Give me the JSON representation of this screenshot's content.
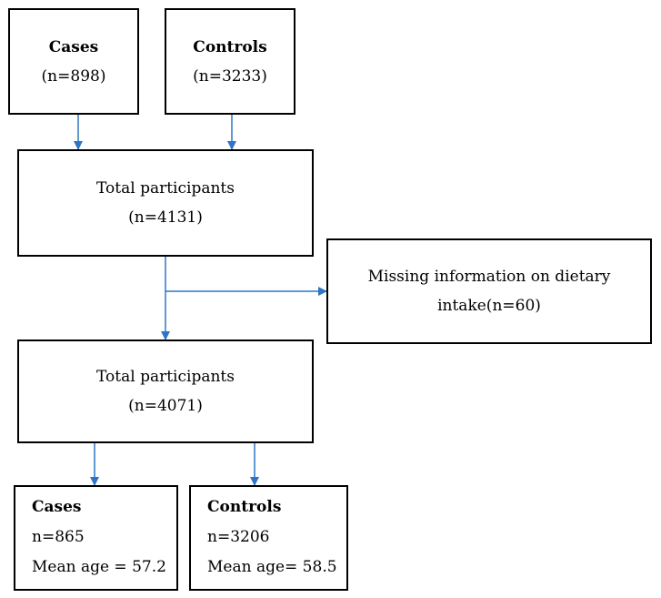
{
  "top": {
    "cases": {
      "title": "Cases",
      "count": "(n=898)"
    },
    "controls": {
      "title": "Controls",
      "count": "(n=3233)"
    }
  },
  "total1": {
    "title": "Total participants",
    "count": "(n=4131)"
  },
  "excluded": {
    "line1": "Missing information on dietary",
    "line2": "intake(n=60)"
  },
  "total2": {
    "title": "Total participants",
    "count": "(n=4071)"
  },
  "bottom": {
    "cases": {
      "title": "Cases",
      "count": "n=865",
      "age": "Mean age = 57.2"
    },
    "controls": {
      "title": "Controls",
      "count": "n=3206",
      "age": "Mean age= 58.5"
    }
  },
  "colors": {
    "arrow": "#2e75c6",
    "border": "#000000"
  }
}
